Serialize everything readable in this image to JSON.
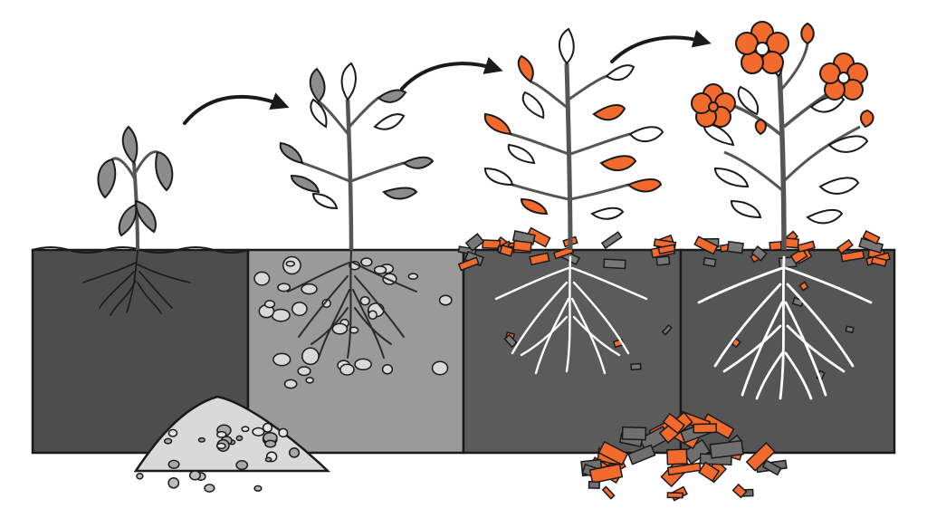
{
  "stages": [
    {
      "id": "wilting",
      "soil": "plain"
    },
    {
      "id": "young",
      "soil": "gravel"
    },
    {
      "id": "budding",
      "soil": "mulch"
    },
    {
      "id": "flowering",
      "soil": "mulch"
    }
  ],
  "piles": [
    {
      "id": "gravel-pile",
      "material": "gravel"
    },
    {
      "id": "mulch-pile",
      "material": "mulch"
    }
  ],
  "arrows": [
    {
      "from": "wilting",
      "to": "young"
    },
    {
      "from": "young",
      "to": "budding"
    },
    {
      "from": "budding",
      "to": "flowering"
    }
  ],
  "colors": {
    "outline": "#1a1a1a",
    "soil_dark": "#4d4d4d",
    "soil_mid": "#5b5b5b",
    "soil_light": "#9a9a9a",
    "accent": "#f26a2c",
    "leaf_gray": "#8c8c8c",
    "root_white": "#ffffff",
    "pebble": "#d9d9d9"
  },
  "icons": [
    "arrow-icon",
    "flower-icon",
    "leaf-icon",
    "pebble-icon",
    "mulch-chip-icon"
  ]
}
